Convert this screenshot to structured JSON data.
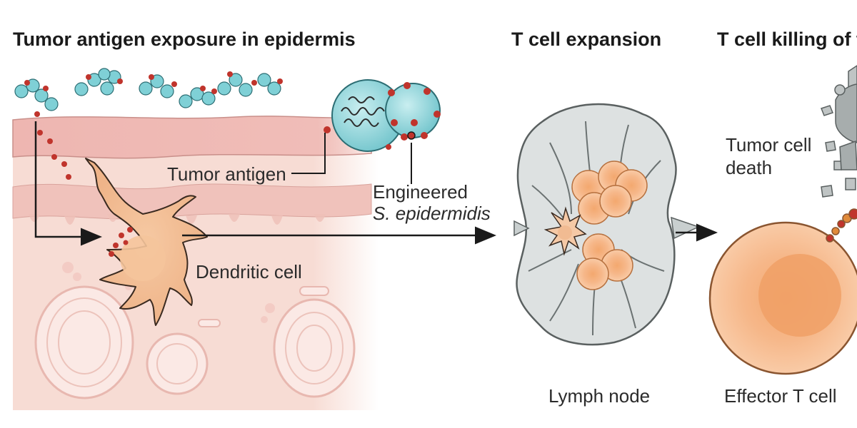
{
  "panels": [
    {
      "title": "Tumor antigen exposure in epidermis"
    },
    {
      "title": "T cell expansion"
    },
    {
      "title": "T cell killing of t"
    }
  ],
  "labels": {
    "tumor_antigen": "Tumor antigen",
    "engineered_line1": "Engineered",
    "engineered_line2": "S. epidermidis",
    "dendritic_cell": "Dendritic cell",
    "lymph_node": "Lymph node",
    "tumor_death_line1": "Tumor cell",
    "tumor_death_line2": "death",
    "effector_t_cell": "Effector T cell"
  },
  "colors": {
    "skin_top": "#f2c3bf",
    "skin_dermis": "#f7dcd4",
    "bacteria": "#7fd0d6",
    "antigen": "#c0342c",
    "dendritic": "#f3c39a",
    "t_cell": "#f2a46a",
    "lymph_node": "#d8dcdc"
  }
}
